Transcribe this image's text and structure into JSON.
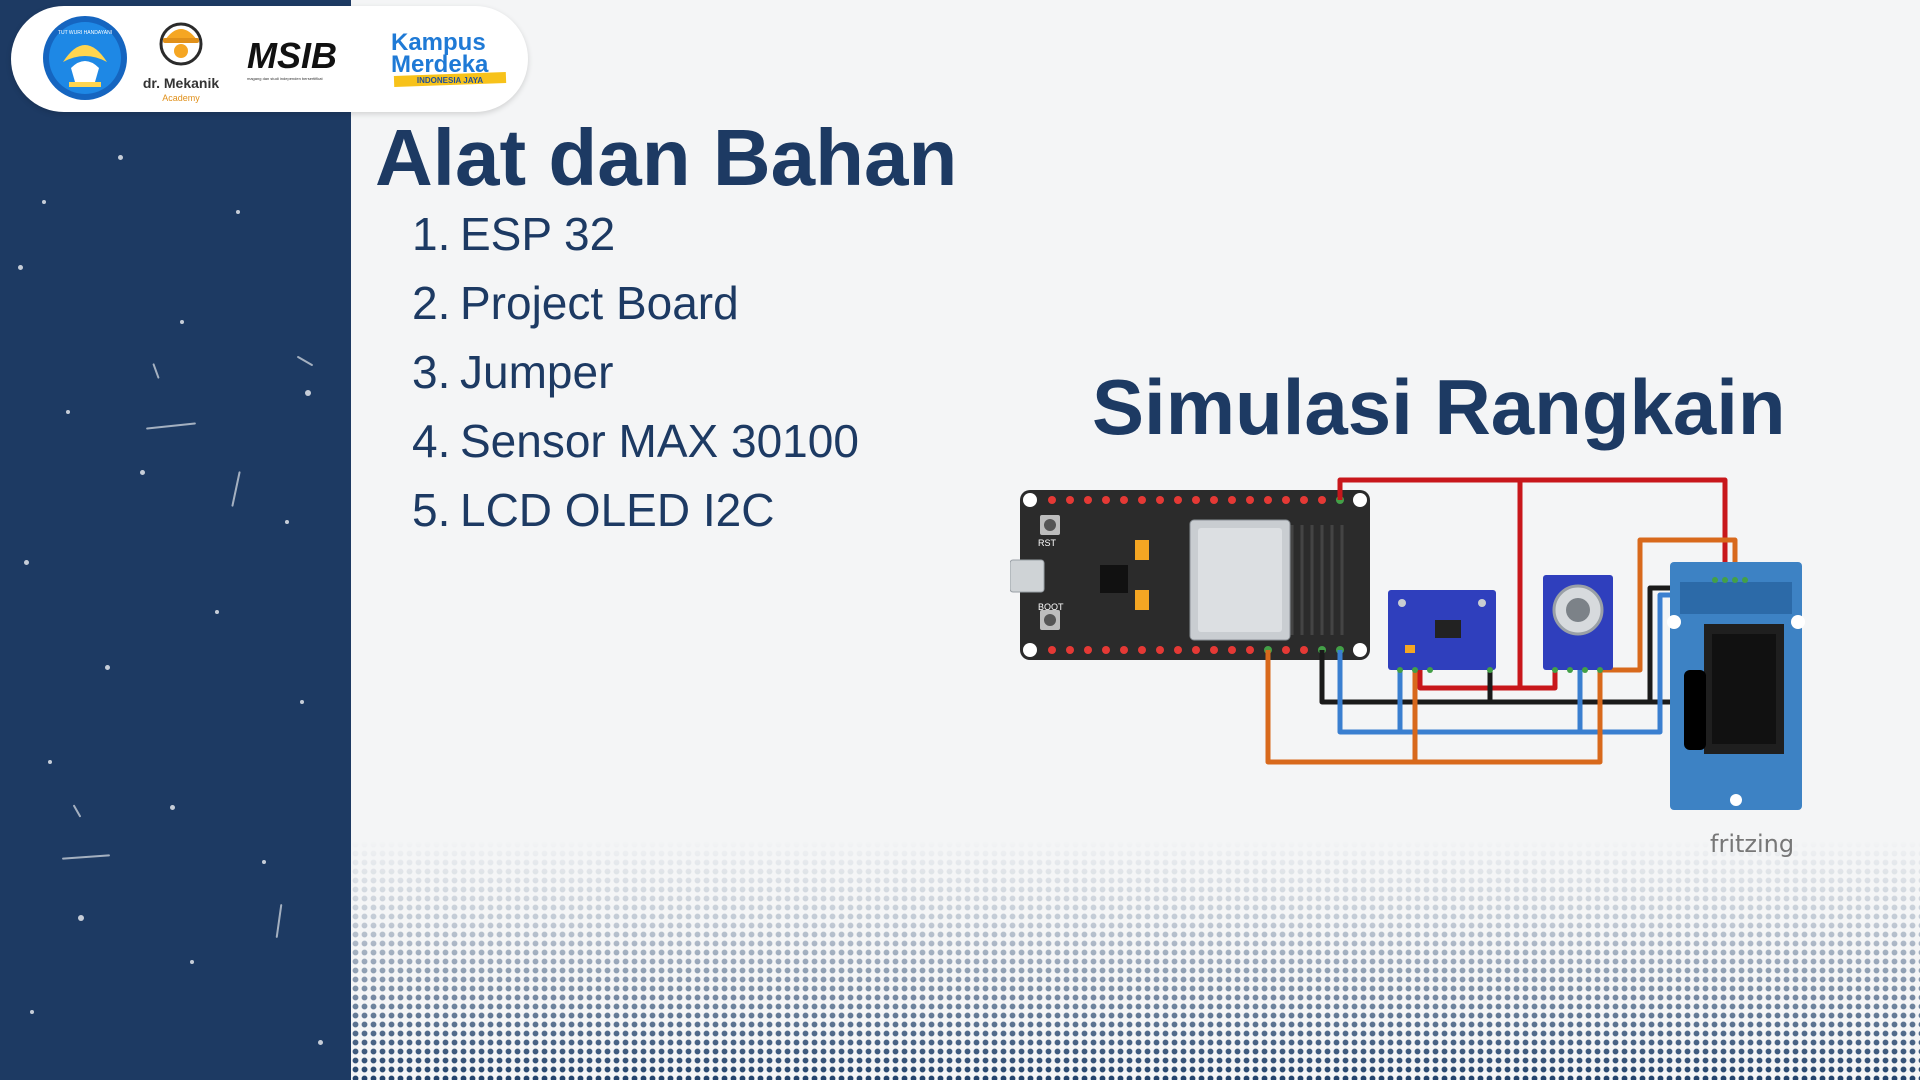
{
  "logos": {
    "tutwuri_text": "TUT WURI HANDAYANI",
    "mekanik_name": "dr. Mekanik",
    "mekanik_sub": "Academy",
    "msib": "MSIB",
    "msib_tagline": "magang dan studi independen bersertifikat",
    "kampus_line1": "Kampus",
    "kampus_line2": "Merdeka",
    "kampus_line3": "INDONESIA JAYA"
  },
  "main": {
    "title": "Alat dan Bahan",
    "items": [
      {
        "num": "1.",
        "label": "ESP 32"
      },
      {
        "num": "2.",
        "label": "Project Board"
      },
      {
        "num": "3.",
        "label": "Jumper"
      },
      {
        "num": "4.",
        "label": "Sensor MAX 30100"
      },
      {
        "num": "5.",
        "label": "LCD OLED I2C"
      }
    ]
  },
  "simulation": {
    "title": "Simulasi Rangkain",
    "board_labels": {
      "rst": "RST",
      "boot": "BOOT"
    },
    "fritzing": "fritzing"
  },
  "colors": {
    "navy": "#1d3a63",
    "wire_red": "#c8171b",
    "wire_blue": "#3a7fd0",
    "wire_orange": "#d8691c",
    "wire_black": "#1a1a1a",
    "module_blue": "#2f3fbd"
  }
}
